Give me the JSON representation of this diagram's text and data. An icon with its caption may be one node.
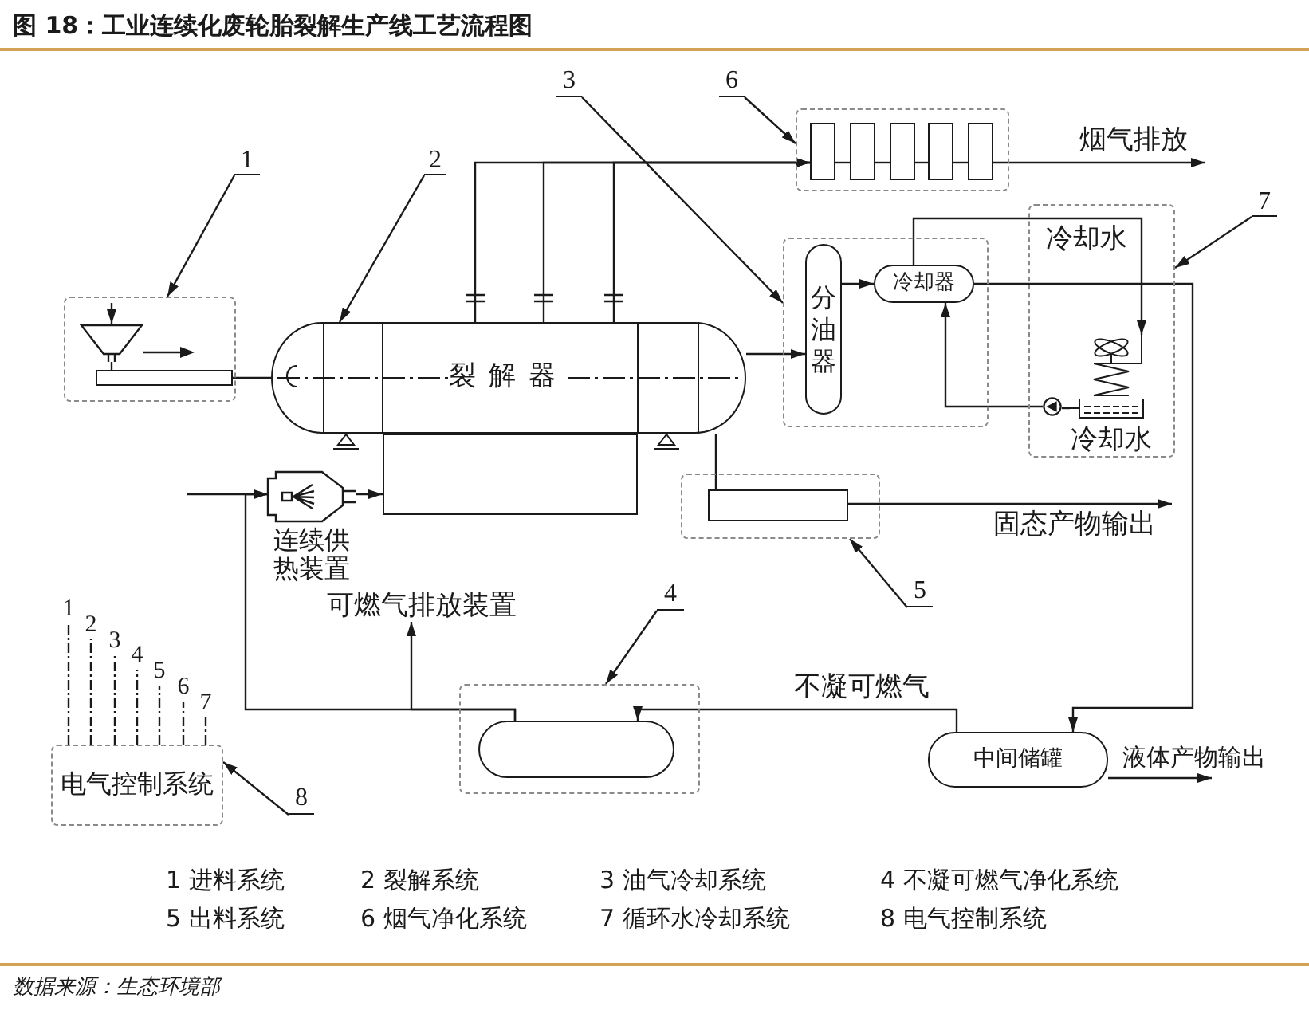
{
  "diagram": {
    "title": "图 18：工业连续化废轮胎裂解生产线工艺流程图",
    "caption": "数据来源：生态环境部",
    "nodes": [
      {
        "text": [
          "3"
        ]
      },
      {
        "text": [
          "6"
        ]
      },
      {
        "text": [],
        "shape": "box"
      },
      {
        "text": [],
        "shape": "box",
        "in": 2
      },
      {
        "text": [],
        "shape": "box",
        "in": 2
      },
      {
        "text": [],
        "shape": "box",
        "in": 2
      },
      {
        "text": [],
        "shape": "box",
        "in": 2
      },
      {
        "text": [],
        "shape": "box",
        "in": 2
      },
      {
        "text": [
          "1"
        ]
      },
      {
        "text": [
          "2"
        ]
      },
      {
        "text": [
          "7"
        ]
      },
      {
        "text": [],
        "shape": "box"
      },
      {
        "text": [],
        "shape": "box"
      },
      {
        "text": [
          "冷却器"
        ],
        "in": 12
      },
      {
        "text": [],
        "shape": "box"
      },
      {
        "text": [],
        "shape": "trapezoid",
        "in": 14
      },
      {
        "text": [],
        "shape": "bar",
        "in": 14
      },
      {
        "text": [
          "分油器"
        ],
        "in": 12
      },
      {
        "text": [
          "裂解器"
        ]
      },
      {
        "text": [
          "冷却水"
        ],
        "in": 11
      },
      {
        "text": [],
        "shape": "circle",
        "in": 11
      },
      {
        "text": [],
        "shape": "box"
      },
      {
        "text": [],
        "shape": "box"
      },
      {
        "text": [],
        "shape": "bar",
        "in": 22
      },
      {
        "text": [
          "连续供热装置"
        ]
      },
      {
        "text": [
          "5"
        ]
      },
      {
        "text": [
          "可燃气排放装置"
        ]
      },
      {
        "text": [
          "1"
        ]
      },
      {
        "text": [
          "2"
        ]
      },
      {
        "text": [
          "3"
        ]
      },
      {
        "text": [
          "4"
        ]
      },
      {
        "text": [
          "5"
        ]
      },
      {
        "text": [
          "6"
        ]
      },
      {
        "text": [
          "7"
        ]
      },
      {
        "text": [
          "4"
        ]
      },
      {
        "text": [],
        "shape": "box"
      },
      {
        "text": [],
        "shape": "capsule",
        "in": 35
      },
      {
        "text": [
          "中间储罐"
        ]
      },
      {
        "text": [
          "电气控制系统"
        ]
      },
      {
        "text": [
          "8"
        ]
      }
    ],
    "edges": [
      {
        "from": 0,
        "to": 12,
        "arrow": "to"
      },
      {
        "from": 1,
        "to": 2,
        "arrow": "to"
      },
      {
        "from": 8,
        "to": 14,
        "arrow": "to"
      },
      {
        "from": 9,
        "to": 18,
        "arrow": "to"
      },
      {
        "from": 10,
        "to": 11,
        "arrow": "to"
      },
      {
        "from": null,
        "to": 15,
        "arrow": "to"
      },
      {
        "from": 15,
        "to": 16,
        "arrow": "none"
      },
      {
        "from": 16,
        "to": 18,
        "arrow": "none"
      },
      {
        "from": 18,
        "to": 3,
        "arrow": "to"
      },
      {
        "from": 18,
        "to": 3,
        "arrow": "to"
      },
      {
        "from": 18,
        "to": 3,
        "arrow": "to"
      },
      {
        "from": 3,
        "to": 4,
        "arrow": "none"
      },
      {
        "from": 4,
        "to": 5,
        "arrow": "none"
      },
      {
        "from": 5,
        "to": 6,
        "arrow": "none"
      },
      {
        "from": 6,
        "to": 7,
        "arrow": "none"
      },
      {
        "from": 7,
        "to": null,
        "arrow": "to",
        "label": "烟气排放"
      },
      {
        "from": 18,
        "to": 17,
        "arrow": "to"
      },
      {
        "from": 17,
        "to": 13,
        "arrow": "to"
      },
      {
        "from": 13,
        "to": 19,
        "arrow": "to",
        "label": "冷却水"
      },
      {
        "from": 19,
        "to": 20,
        "arrow": "none"
      },
      {
        "from": 20,
        "to": 13,
        "arrow": "to"
      },
      {
        "from": 13,
        "to": 37,
        "arrow": "to"
      },
      {
        "from": null,
        "to": 24,
        "arrow": "to"
      },
      {
        "from": 24,
        "to": 21,
        "arrow": "to"
      },
      {
        "from": 18,
        "to": 23,
        "arrow": "none"
      },
      {
        "from": 23,
        "to": null,
        "arrow": "to",
        "label": "固态产物输出"
      },
      {
        "from": 25,
        "to": 22,
        "arrow": "to"
      },
      {
        "from": 34,
        "to": 35,
        "arrow": "to"
      },
      {
        "from": 37,
        "to": 36,
        "arrow": "to",
        "label": "不凝可燃气"
      },
      {
        "from": 37,
        "to": null,
        "arrow": "to",
        "label": "液体产物输出"
      },
      {
        "from": 36,
        "to": 26,
        "arrow": "to"
      },
      {
        "from": 36,
        "to": 24,
        "arrow": "to"
      },
      {
        "from": 38,
        "to": 27,
        "arrow": "none",
        "style": "dashed"
      },
      {
        "from": 38,
        "to": 28,
        "arrow": "none",
        "style": "dashed"
      },
      {
        "from": 38,
        "to": 29,
        "arrow": "none",
        "style": "dashed"
      },
      {
        "from": 38,
        "to": 30,
        "arrow": "none",
        "style": "dashed"
      },
      {
        "from": 38,
        "to": 31,
        "arrow": "none",
        "style": "dashed"
      },
      {
        "from": 38,
        "to": 32,
        "arrow": "none",
        "style": "dashed"
      },
      {
        "from": 38,
        "to": 33,
        "arrow": "none",
        "style": "dashed"
      },
      {
        "from": 39,
        "to": 38,
        "arrow": "to"
      }
    ],
    "labels": [
      "1 进料系统",
      "2 裂解系统",
      "3 油气冷却系统",
      "4 不凝可燃气净化系统",
      "5 出料系统",
      "6 烟气净化系统",
      "7 循环水冷却系统",
      "8 电气控制系统"
    ]
  }
}
